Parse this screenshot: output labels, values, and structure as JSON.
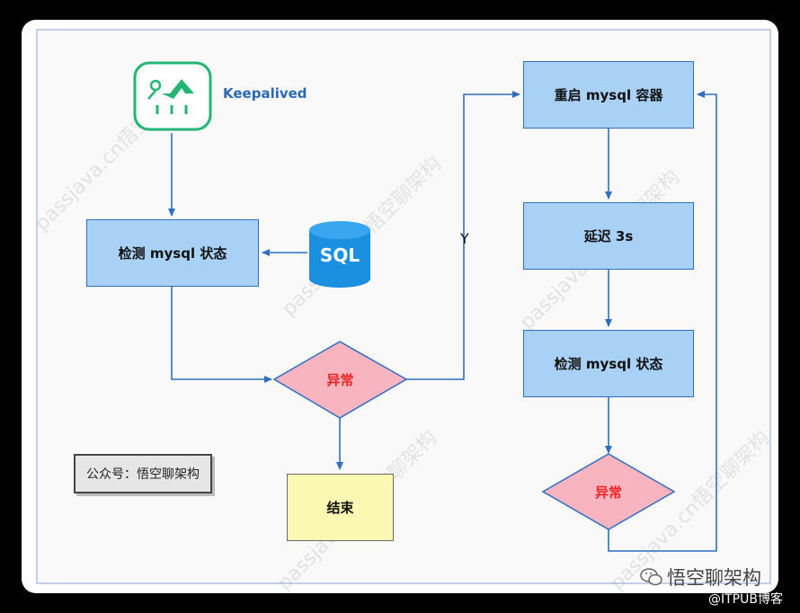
{
  "nodes": {
    "keepalived": "Keepalived",
    "check_left": "检测 mysql 状态",
    "sql": "SQL",
    "abnormal_left": "异常",
    "end": "结束",
    "restart": "重启 mysql 容器",
    "delay": "延迟 3s",
    "check_right": "检测 mysql 状态",
    "abnormal_right": "异常"
  },
  "edge_labels": {
    "yes": "Y"
  },
  "public_account": "公众号：悟空聊架构",
  "watermark": "passjava.cn悟空聊架构",
  "brand": "悟空聊架构",
  "source": "@ITPUB博客",
  "colors": {
    "process_fill": "#a9d0f5",
    "process_border": "#2f6ec1",
    "decision_fill": "#f8b5c0",
    "decision_text": "#e22222",
    "end_fill": "#fbf8b4",
    "arrow": "#2f6ec1",
    "keepalived_green": "#22b573"
  }
}
